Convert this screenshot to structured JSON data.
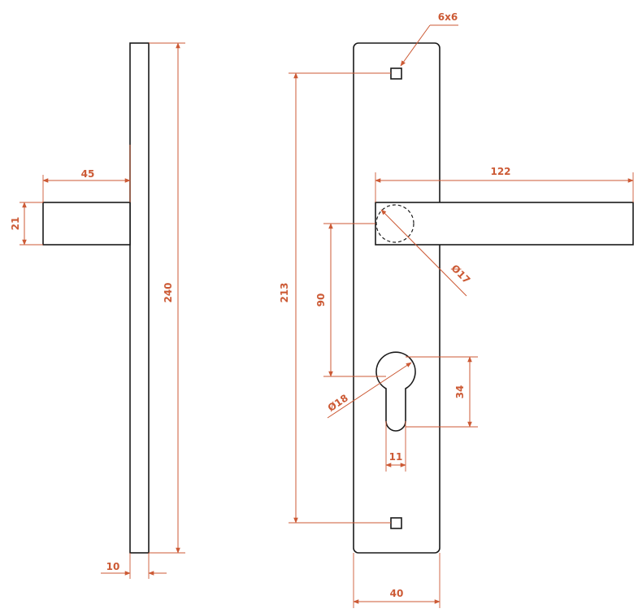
{
  "colors": {
    "outline": "#1a1a1a",
    "dimension": "#cc5a35",
    "background": "#ffffff"
  },
  "side_view": {
    "lever_length_label": "45",
    "lever_height_label": "21",
    "plate_height_label": "240",
    "plate_thickness_label": "10"
  },
  "front_view": {
    "screw_hole_label": "6x6",
    "hole_spacing_label": "213",
    "lever_length_label": "122",
    "spindle_label": "Ø17",
    "spindle_to_cylinder_label": "90",
    "cylinder_diameter_label": "Ø18",
    "cylinder_height_label": "34",
    "cylinder_width_label": "11",
    "plate_width_label": "40"
  }
}
